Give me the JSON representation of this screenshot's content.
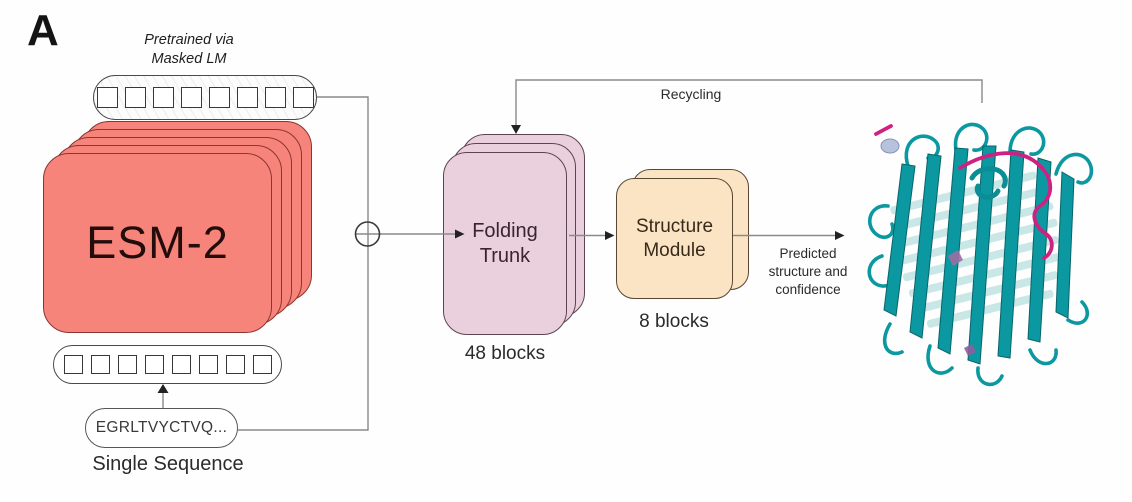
{
  "panel_label": "A",
  "esm": {
    "label": "ESM-2",
    "pretrain_line1": "Pretrained via",
    "pretrain_line2": "Masked LM"
  },
  "tokens": {
    "top_count": 8,
    "bottom_count": 8
  },
  "sequence": {
    "text": "EGRLTVYCTVQ...",
    "caption": "Single Sequence"
  },
  "folding_trunk": {
    "label_line1": "Folding",
    "label_line2": "Trunk",
    "caption": "48 blocks"
  },
  "structure_module": {
    "label_line1": "Structure",
    "label_line2": "Module",
    "caption": "8 blocks"
  },
  "recycling_label": "Recycling",
  "output": {
    "caption_line1": "Predicted",
    "caption_line2": "structure and",
    "caption_line3": "confidence"
  },
  "icons": {
    "combine": "plus-circle-icon",
    "output_image": "protein-ribbon-structure"
  },
  "colors": {
    "esm_fill": "#f6847b",
    "esm_border": "#8b3531",
    "esm_text": "#230d0b",
    "trunk_fill": "#ead0dc",
    "trunk_border": "#5c4550",
    "trunk_text": "#3a2433",
    "module_fill": "#fbe4c4",
    "module_border": "#5a4733",
    "module_text": "#382a1a",
    "line": "#8a8a8a",
    "arrow": "#222222",
    "label_text": "#2b2b2b",
    "protein_teal": "#0c98a0",
    "protein_teal_light": "#9fd3d6",
    "protein_magenta": "#ce2181"
  }
}
